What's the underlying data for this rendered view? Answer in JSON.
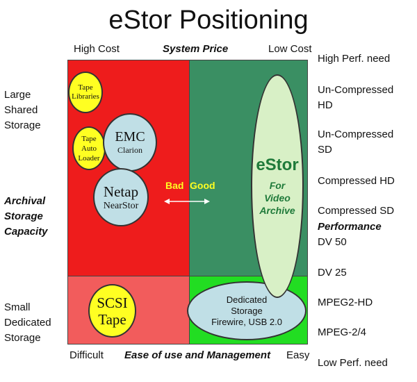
{
  "title": "eStor Positioning",
  "top_axis": {
    "left": "High Cost",
    "center": "System Price",
    "right": "Low Cost"
  },
  "bottom_axis": {
    "left": "Difficult",
    "center": "Ease of use and Management",
    "right": "Easy"
  },
  "left_axis": {
    "top": [
      "Large",
      "Shared",
      "Storage"
    ],
    "middle": [
      "Archival",
      "Storage",
      "Capacity"
    ],
    "bottom": [
      "Small",
      "Dedicated",
      "Storage"
    ]
  },
  "right_axis": {
    "high": "High Perf. need",
    "items": [
      [
        "Un-Compressed",
        "HD"
      ],
      [
        "Un-Compressed",
        "SD"
      ],
      [
        "Compressed HD"
      ],
      [
        "Compressed SD"
      ],
      [
        "DV 50"
      ],
      [
        "DV 25"
      ],
      [
        "MPEG2-HD"
      ],
      [
        "MPEG-2/4"
      ]
    ],
    "performance": "Performance",
    "low": "Low Perf. need"
  },
  "bubbles": {
    "tape_libraries": [
      "Tape",
      "Libraries"
    ],
    "tape_auto_loader": [
      "Tape",
      "Auto",
      "Loader"
    ],
    "emc": {
      "main": "EMC",
      "sub": "Clarion"
    },
    "netap": {
      "main": "Netap",
      "sub": "NearStor"
    },
    "scsi_tape": [
      "SCSI",
      "Tape"
    ],
    "dedicated": [
      "Dedicated",
      "Storage",
      "Firewire, USB 2.0"
    ],
    "estor": {
      "main": "eStor",
      "sub": [
        "For",
        "Video",
        "Archive"
      ]
    }
  },
  "labels": {
    "bad": "Bad",
    "good": "Good"
  },
  "colors": {
    "red": "#ee1c1c",
    "light_red": "#f25c5c",
    "dark_green": "#3a8f63",
    "bright_green": "#22dd22",
    "yellow": "#ffff22",
    "light_blue": "#c0dfe6",
    "pale_green": "#d8f0c6"
  }
}
